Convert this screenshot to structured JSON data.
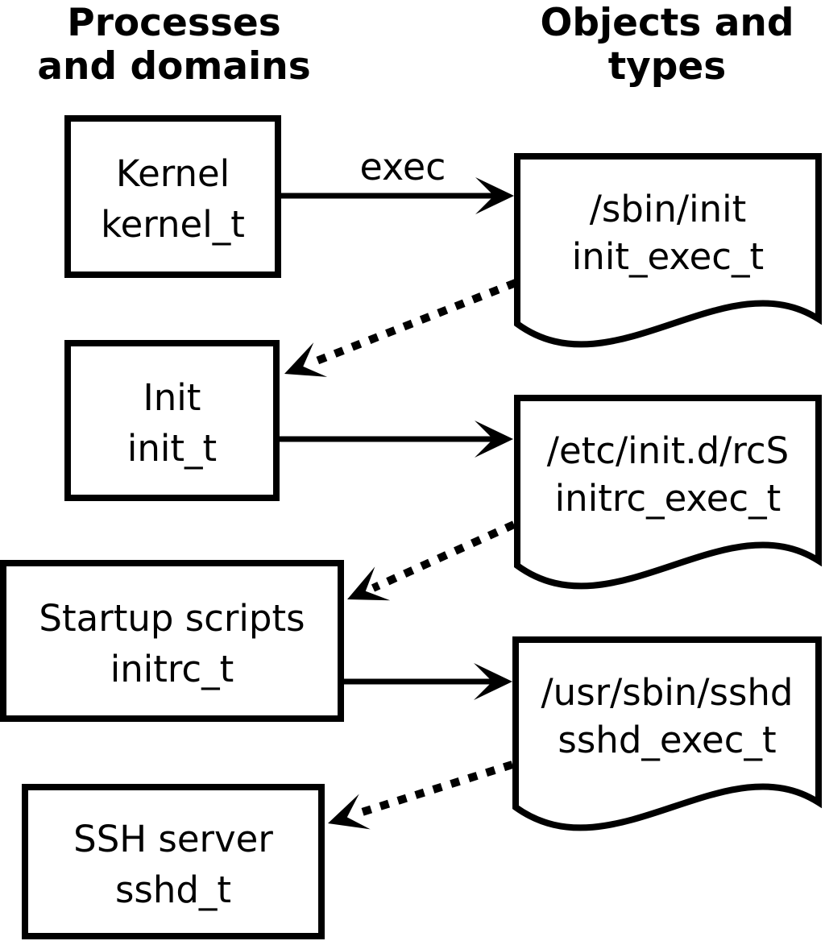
{
  "diagram": {
    "headings": {
      "left": {
        "line1": "Processes",
        "line2": "and domains"
      },
      "right": {
        "line1": "Objects and",
        "line2": "types"
      }
    },
    "processes": [
      {
        "label": "Kernel",
        "type": "kernel_t"
      },
      {
        "label": "Init",
        "type": "init_t"
      },
      {
        "label": "Startup scripts",
        "type": "initrc_t"
      },
      {
        "label": "SSH server",
        "type": "sshd_t"
      }
    ],
    "objects": [
      {
        "path": "/sbin/init",
        "type": "init_exec_t"
      },
      {
        "path": "/etc/init.d/rcS",
        "type": "initrc_exec_t"
      },
      {
        "path": "/usr/sbin/sshd",
        "type": "sshd_exec_t"
      }
    ],
    "edge_labels": {
      "exec": "exec"
    },
    "colors": {
      "line": "#000000",
      "fill": "#ffffff"
    }
  }
}
